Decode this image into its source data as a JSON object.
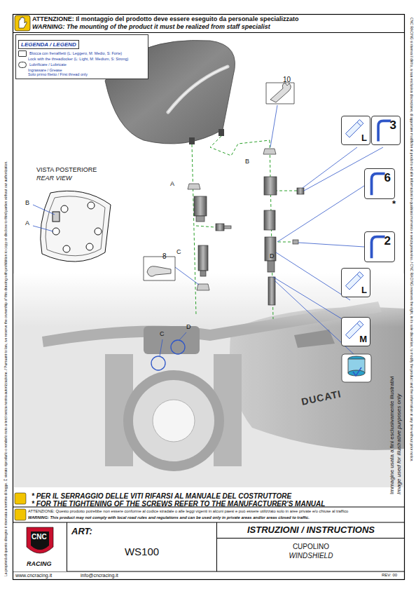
{
  "diagram": {
    "nodes": [
      {
        "text": [
          "LEGENDA / LEGEND"
        ]
      },
      {
        "text": [
          "L"
        ]
      },
      {
        "text": [
          "3"
        ]
      },
      {
        "text": [
          "6",
          "*"
        ]
      },
      {
        "text": [
          "2"
        ]
      },
      {
        "text": [
          "L"
        ]
      },
      {
        "text": [
          "M"
        ]
      },
      {
        "text": [
          "ART:",
          "WS100"
        ]
      },
      {
        "text": [
          "ISTRUZIONI / INSTRUCTIONS",
          "CUPOLINO",
          "WINDSHIELD"
        ]
      }
    ],
    "labels": [
      "ATTENZIONE: Il montaggio del prodotto deve essere eseguito da personale specializzato",
      "WARNING: The mounting of the product it must be realized from staff specialist",
      "VISTA POSTERIORE",
      "REAR VIEW",
      "B",
      "A",
      "10",
      "B",
      "A",
      "C",
      "D",
      "8",
      "C",
      "D",
      "DUCATI",
      "* PER IL SERRAGGIO DELLE VITI RIFARSI AL MANUALE DEL COSTRUTTORE",
      "* FOR THE TIGHTENING OF THE SCREWS REFER TO THE MANUFACTURER'S MANUAL",
      "ATTENZIONE: Questo prodotto potrebbe non essere conforme al codice stradale o alle leggi vigenti in alcuni paesi e può essere utilizzato solo in aree private e/o chiuse al traffico",
      "WARNING: This product may not comply with local road rules and regulations and can be used only in private areas and/or areas closed to traffic.",
      "Immagine usata a fini esclusivamente illustrativi",
      "Image used for illustrative purposes only",
      "www.cncracing.it",
      "info@cncracing.it",
      "REV: 00",
      "CNC",
      "RACING",
      "La proprietà di questo disegno è riservata a termine di legge. È vietato riprodurlo o renderlo noto a terzi senza nostra autorizzazione. / Pursuant to law, we reserve the ownership of this drawing with prohibition to copy or disclose to third parties without our authorization.",
      "CNC RACING si riserva il diritto, a sua esclusiva discrezione, di apportare modifiche al prodotto ed alle informazioni in qualsiasi momento e senza preavviso. / CNC RACING reserves the right, in its sole discretion, to modify the product and the information at any time without prior notice."
    ],
    "legend": [
      {
        "text": "Blocca con frenafiletti (L: Leggero, M: Medio, S: Forte)"
      },
      {
        "text": "Lock with the threadlocker (L: Light, M: Medium, S: Strong)"
      },
      {
        "text": "Lubrificare / Lubricate"
      },
      {
        "text": "Ingrassare / Grease"
      },
      {
        "text": "Solo primo filetto / First thread only"
      }
    ]
  }
}
